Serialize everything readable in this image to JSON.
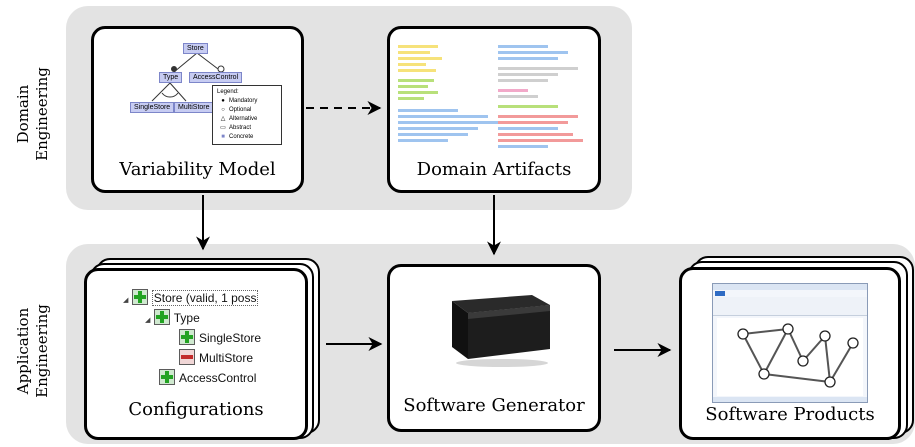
{
  "sections": {
    "domain": "Domain\nEngineering",
    "application": "Application\nEngineering"
  },
  "cards": {
    "variability_model": "Variability Model",
    "domain_artifacts": "Domain Artifacts",
    "configurations": "Configurations",
    "software_generator": "Software Generator",
    "software_products": "Software Products"
  },
  "feature_model": {
    "root": "Store",
    "type": "Type",
    "access_control": "AccessControl",
    "single_store": "SingleStore",
    "multi_store": "MultiStore",
    "legend": {
      "title": "Legend:",
      "items": [
        "Mandatory",
        "Optional",
        "Alternative",
        "Abstract",
        "Concrete"
      ]
    }
  },
  "configuration_tree": {
    "root": "Store (valid, 1 poss",
    "type": "Type",
    "single_store": "SingleStore",
    "multi_store": "MultiStore",
    "access_control": "AccessControl"
  },
  "colors": {
    "band": "#e3e3e3",
    "feature_fill": "#c7ccf2",
    "selected": "#22a322",
    "deselected": "#c22a2a"
  }
}
